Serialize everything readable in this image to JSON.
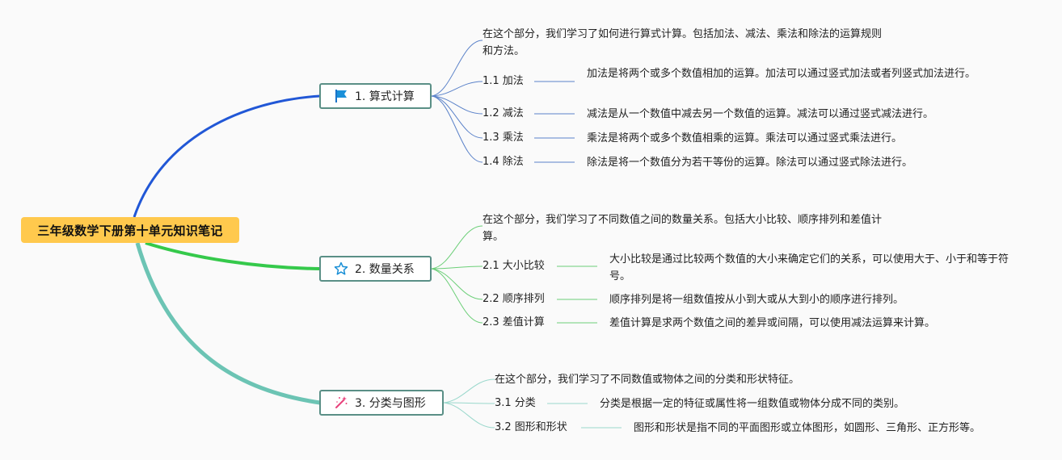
{
  "root": {
    "title": "三年级数学下册第十单元知识笔记"
  },
  "topics": [
    {
      "title": "1. 算式计算",
      "icon": "flag-icon",
      "intro": "在这个部分，我们学习了如何进行算式计算。包括加法、减法、乘法和除法的运算规则和方法。",
      "items": [
        {
          "label": "1.1 加法",
          "desc": "加法是将两个或多个数值相加的运算。加法可以通过竖式加法或者列竖式加法进行。"
        },
        {
          "label": "1.2 减法",
          "desc": "减法是从一个数值中减去另一个数值的运算。减法可以通过竖式减法进行。"
        },
        {
          "label": "1.3 乘法",
          "desc": "乘法是将两个或多个数值相乘的运算。乘法可以通过竖式乘法进行。"
        },
        {
          "label": "1.4 除法",
          "desc": "除法是将一个数值分为若干等份的运算。除法可以通过竖式除法进行。"
        }
      ]
    },
    {
      "title": "2. 数量关系",
      "icon": "star-icon",
      "intro": "在这个部分，我们学习了不同数值之间的数量关系。包括大小比较、顺序排列和差值计算。",
      "items": [
        {
          "label": "2.1 大小比较",
          "desc": "大小比较是通过比较两个数值的大小来确定它们的关系，可以使用大于、小于和等于符号。"
        },
        {
          "label": "2.2 顺序排列",
          "desc": "顺序排列是将一组数值按从小到大或从大到小的顺序进行排列。"
        },
        {
          "label": "2.3 差值计算",
          "desc": "差值计算是求两个数值之间的差异或间隔，可以使用减法运算来计算。"
        }
      ]
    },
    {
      "title": "3. 分类与图形",
      "icon": "magic-wand-icon",
      "intro": "在这个部分，我们学习了不同数值或物体之间的分类和形状特征。",
      "items": [
        {
          "label": "3.1 分类",
          "desc": "分类是根据一定的特征或属性将一组数值或物体分成不同的类别。"
        },
        {
          "label": "3.2 图形和形状",
          "desc": "图形和形状是指不同的平面图形或立体图形，如圆形、三角形、正方形等。"
        }
      ]
    }
  ],
  "colors": {
    "root_bg": "#ffc94d",
    "branch1": "#2157d6",
    "branch2": "#35c94b",
    "branch3": "#6cc4b4",
    "sub1": "#5b82c9",
    "sub2": "#6ccf78",
    "sub3": "#9ad8cc",
    "topic_border": "#5a8f86"
  }
}
